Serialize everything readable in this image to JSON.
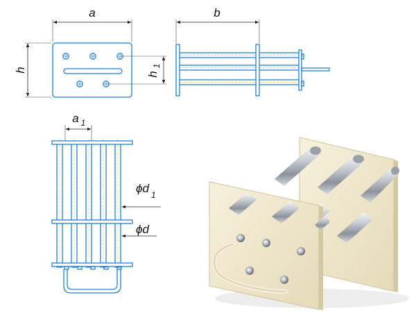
{
  "dimensions": {
    "a": "a",
    "b": "b",
    "h": "h",
    "h1_main": "h",
    "h1_sub": "1",
    "a1_main": "a",
    "a1_sub": "1",
    "d1_prefix": "ϕd",
    "d1_sub": "1",
    "d": "ϕd"
  },
  "colors": {
    "outline": "#1f7fd6",
    "centerline": "#e0a000",
    "plate": "#efe6c8",
    "rod": "#b9bec4"
  }
}
